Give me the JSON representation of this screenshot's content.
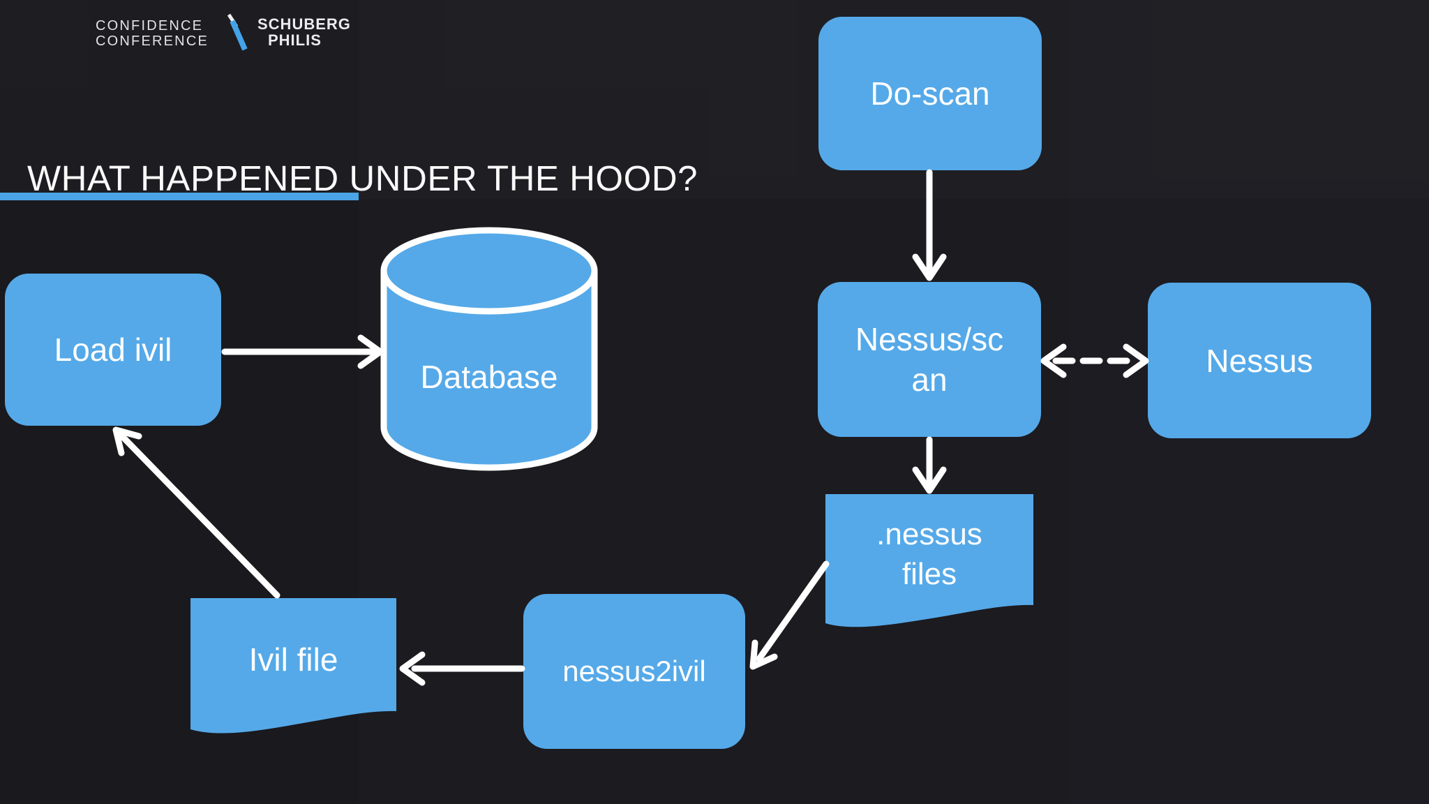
{
  "slide": {
    "title": "WHAT HAPPENED UNDER THE HOOD?",
    "background_color": "#1a191e",
    "accent_color": "#55a9e8",
    "title_underline_color": "#4ba4e6",
    "arrow_color": "#ffffff",
    "text_color": "#ffffff"
  },
  "logo": {
    "conference_line1": "CONFIDENCE",
    "conference_line2": "CONFERENCE",
    "company_line1": "SCHUBERG",
    "company_line2": "PHILIS",
    "slash_icon": "backslash-logo-mark",
    "slash_blue": "#44a3e8",
    "slash_white": "#f0f0f2"
  },
  "diagram": {
    "nodes": [
      {
        "id": "do-scan",
        "shape": "rounded-rect",
        "label": "Do-scan"
      },
      {
        "id": "nessus-scan",
        "shape": "rounded-rect",
        "label": "Nessus/scan",
        "line1": "Nessus/sc",
        "line2": "an"
      },
      {
        "id": "nessus",
        "shape": "rounded-rect",
        "label": "Nessus"
      },
      {
        "id": "nessus-files",
        "shape": "document",
        "label": ".nessus files",
        "line1": ".nessus",
        "line2": "files"
      },
      {
        "id": "nessus2ivil",
        "shape": "rounded-rect",
        "label": "nessus2ivil"
      },
      {
        "id": "ivil-file",
        "shape": "document",
        "label": "Ivil file"
      },
      {
        "id": "load-ivil",
        "shape": "rounded-rect",
        "label": "Load ivil"
      },
      {
        "id": "database",
        "shape": "cylinder",
        "label": "Database"
      }
    ],
    "edges": [
      {
        "from": "do-scan",
        "to": "nessus-scan",
        "style": "solid-arrow"
      },
      {
        "from": "nessus-scan",
        "to": "nessus",
        "style": "dashed-double-arrow"
      },
      {
        "from": "nessus-scan",
        "to": "nessus-files",
        "style": "solid-arrow"
      },
      {
        "from": "nessus-files",
        "to": "nessus2ivil",
        "style": "solid-arrow"
      },
      {
        "from": "nessus2ivil",
        "to": "ivil-file",
        "style": "solid-arrow"
      },
      {
        "from": "ivil-file",
        "to": "load-ivil",
        "style": "solid-arrow"
      },
      {
        "from": "load-ivil",
        "to": "database",
        "style": "solid-arrow"
      }
    ]
  }
}
